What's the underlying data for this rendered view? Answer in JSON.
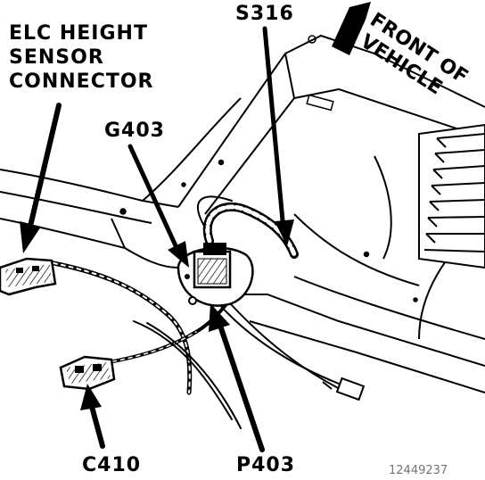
{
  "labels": {
    "elc_line1": "ELC HEIGHT",
    "elc_line2": "SENSOR",
    "elc_line3": "CONNECTOR",
    "s316": "S316",
    "g403": "G403",
    "c410": "C410",
    "p403": "P403",
    "front_line1": "FRONT OF",
    "front_line2": "VEHICLE"
  },
  "figure_ref": "12449237",
  "colors": {
    "ink": "#000000",
    "paper": "#ffffff"
  }
}
